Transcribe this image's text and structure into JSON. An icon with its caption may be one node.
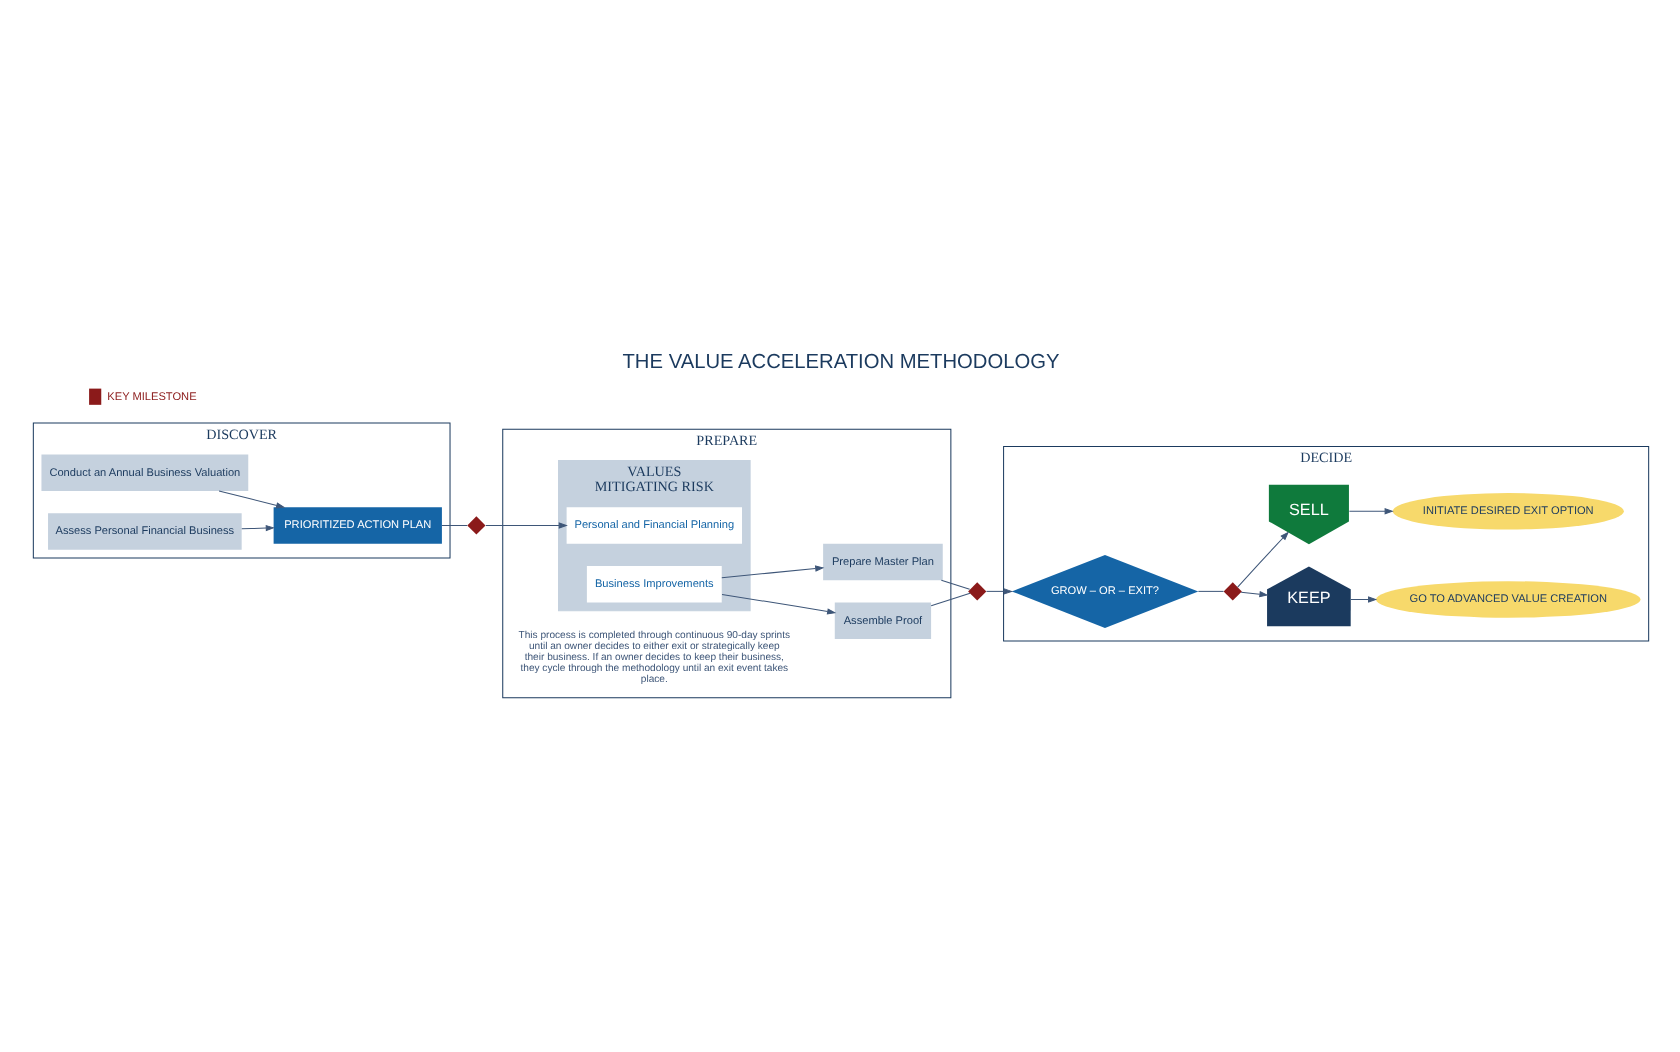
{
  "diagram": {
    "title": "THE VALUE ACCELERATION METHODOLOGY",
    "nodes": [
      {
        "text": [
          "DISCOVER"
        ]
      },
      {
        "text": [
          "Conduct an Annual Business Valuation"
        ],
        "in": 0
      },
      {
        "text": [
          "Assess Personal Financial Business"
        ],
        "in": 0
      },
      {
        "text": [
          "PRIORITIZED ACTION PLAN"
        ],
        "in": 0
      },
      {
        "text": [],
        "shape": "diamond"
      },
      {
        "text": [
          "PREPARE"
        ]
      },
      {
        "text": [
          "VALUES",
          "MITIGATING RISK"
        ],
        "in": 5
      },
      {
        "text": [
          "Personal and Financial Planning"
        ],
        "in": 6
      },
      {
        "text": [
          "Business Improvements"
        ],
        "in": 6
      },
      {
        "text": [
          "Assemble Proof"
        ],
        "in": 5
      },
      {
        "text": [
          "Prepare Master Plan"
        ],
        "in": 5
      },
      {
        "text": [],
        "shape": "diamond"
      },
      {
        "text": [
          "DECIDE"
        ]
      },
      {
        "text": [
          "GROW – OR – EXIT?"
        ],
        "in": 12
      },
      {
        "text": [],
        "shape": "diamond",
        "in": 12
      },
      {
        "text": [
          "GO TO ADVANCED VALUE CREATION"
        ],
        "in": 12
      },
      {
        "text": [
          "KEEP"
        ],
        "in": 12
      },
      {
        "text": [
          "SELL"
        ],
        "in": 12
      },
      {
        "text": [
          "INITIATE DESIRED EXIT OPTION"
        ],
        "in": 12
      }
    ],
    "edges": [
      {
        "from": 1,
        "to": 3,
        "arrow": "to"
      },
      {
        "from": 2,
        "to": 3,
        "arrow": "to"
      },
      {
        "from": 3,
        "to": 4,
        "arrow": "none"
      },
      {
        "from": 4,
        "to": 7,
        "arrow": "to"
      },
      {
        "from": 8,
        "to": 9,
        "arrow": "to"
      },
      {
        "from": 8,
        "to": 10,
        "arrow": "to"
      },
      {
        "from": 9,
        "to": 11,
        "arrow": "none"
      },
      {
        "from": 10,
        "to": 11,
        "arrow": "none"
      },
      {
        "from": 11,
        "to": 13,
        "arrow": "to"
      },
      {
        "from": 13,
        "to": 14,
        "arrow": "none"
      },
      {
        "from": 14,
        "to": 16,
        "arrow": "to"
      },
      {
        "from": 14,
        "to": 17,
        "arrow": "to"
      },
      {
        "from": 16,
        "to": 15,
        "arrow": "to"
      },
      {
        "from": 17,
        "to": 18,
        "arrow": "to"
      }
    ],
    "labels": [
      "This process is completed through continuous 90-day sprints until an owner decides to either exit or strategically keep their business. If an owner decides to keep their business, they cycle through the methodology until an exit event takes place."
    ],
    "legend": [
      {
        "text": "KEY MILESTONE"
      }
    ]
  }
}
